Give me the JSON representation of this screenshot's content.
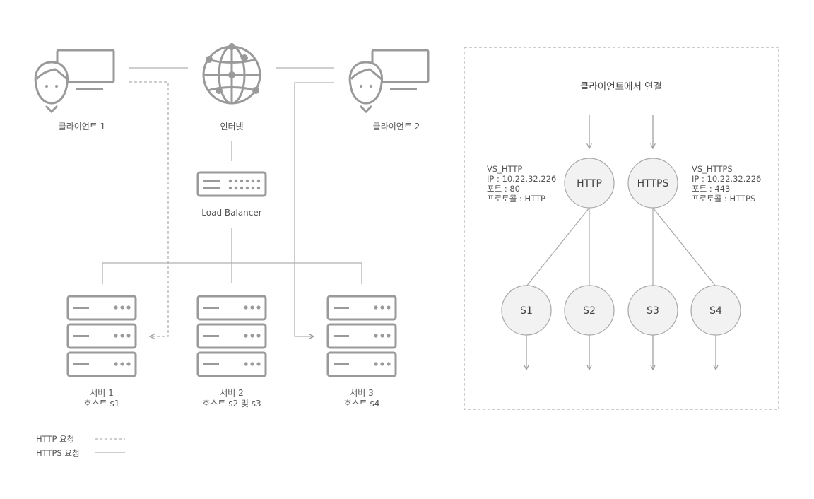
{
  "diagram": {
    "client1": "클라이언트 1",
    "client2": "클라이언트 2",
    "internet": "인터넷",
    "load_balancer": "Load Balancer",
    "servers": [
      {
        "name": "서버 1",
        "hosts": "호스트 s1"
      },
      {
        "name": "서버 2",
        "hosts": "호스트 s2 및 s3"
      },
      {
        "name": "서버 3",
        "hosts": "호스트 s4"
      }
    ],
    "legend": {
      "http": "HTTP 요청",
      "https": "HTTPS 요청"
    },
    "panel": {
      "title": "클라이언트에서 연결",
      "vs_http": {
        "name": "VS_HTTP",
        "ip": "IP : 10.22.32.226",
        "port": "포트 : 80",
        "protocol": "프로토콜 : HTTP",
        "node": "HTTP"
      },
      "vs_https": {
        "name": "VS_HTTPS",
        "ip": "IP : 10.22.32.226",
        "port": "포트 : 443",
        "protocol": "프로토콜 : HTTPS",
        "node": "HTTPS"
      },
      "hosts": [
        "S1",
        "S2",
        "S3",
        "S4"
      ]
    },
    "colors": {
      "icon": "#999999",
      "line": "#aaaaaa",
      "node_fill": "#f2f2f2"
    }
  }
}
